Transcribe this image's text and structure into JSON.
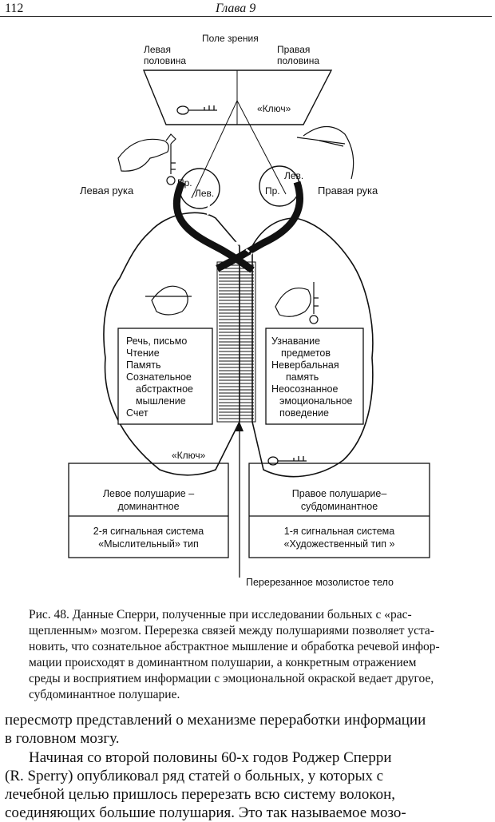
{
  "header": {
    "page_number": "112",
    "chapter": "Глава 9"
  },
  "figure": {
    "field_of_view": "Поле зрения",
    "left_half": [
      "Левая",
      "половина"
    ],
    "right_half": [
      "Правая",
      "половина"
    ],
    "key_quote": "«Ключ»",
    "left_hand": "Левая рука",
    "right_hand": "Правая рука",
    "eye_left_labels": [
      "Пр.",
      "Лев."
    ],
    "eye_right_labels": [
      "Пр.",
      "Лев."
    ],
    "left_functions": [
      "Речь, письмо",
      "Чтение",
      "Память",
      "Сознательное",
      "абстрактное",
      "мышление",
      "Счет"
    ],
    "right_functions": [
      "Узнавание",
      "предметов",
      "Невербальная",
      "память",
      "Неосознанное",
      "эмоциональное",
      "поведение"
    ],
    "key_bottom": "«Ключ»",
    "left_hemisphere": [
      "Левое полушарие –",
      "доминантное"
    ],
    "left_system": [
      "2-я сигнальная система",
      "«Мыслительный» тип"
    ],
    "right_hemisphere": [
      "Правое полушарие–",
      "субдоминантное"
    ],
    "right_system": [
      "1-я сигнальная система",
      "«Художественный тип »"
    ],
    "corpus_callosum": "Перерезанное мозолистое тело"
  },
  "caption": [
    "Рис. 48. Данные Сперри, полученные при исследовании больных с «рас-",
    "щепленным» мозгом. Перерезка связей между полушариями позволяет уста-",
    "новить, что сознательное абстрактное мышление и обработка речевой инфор-",
    "мации происходят в доминантном полушарии, а конкретным отражением",
    "среды и восприятием информации с эмоциональной окраской ведает другое,",
    "субдоминантное полушарие."
  ],
  "body": {
    "p1": [
      "пересмотр представлений о механизме переработки информации",
      "в головном мозгу."
    ],
    "p2": [
      "Начиная со второй половины 60-х годов Роджер Сперри",
      "(R. Sperry) опубликовал ряд статей о больных, у которых с",
      "лечебной целью пришлось перерезать всю систему волокон,",
      "соединяющих большие полушария. Это так называемое мозо-"
    ]
  }
}
